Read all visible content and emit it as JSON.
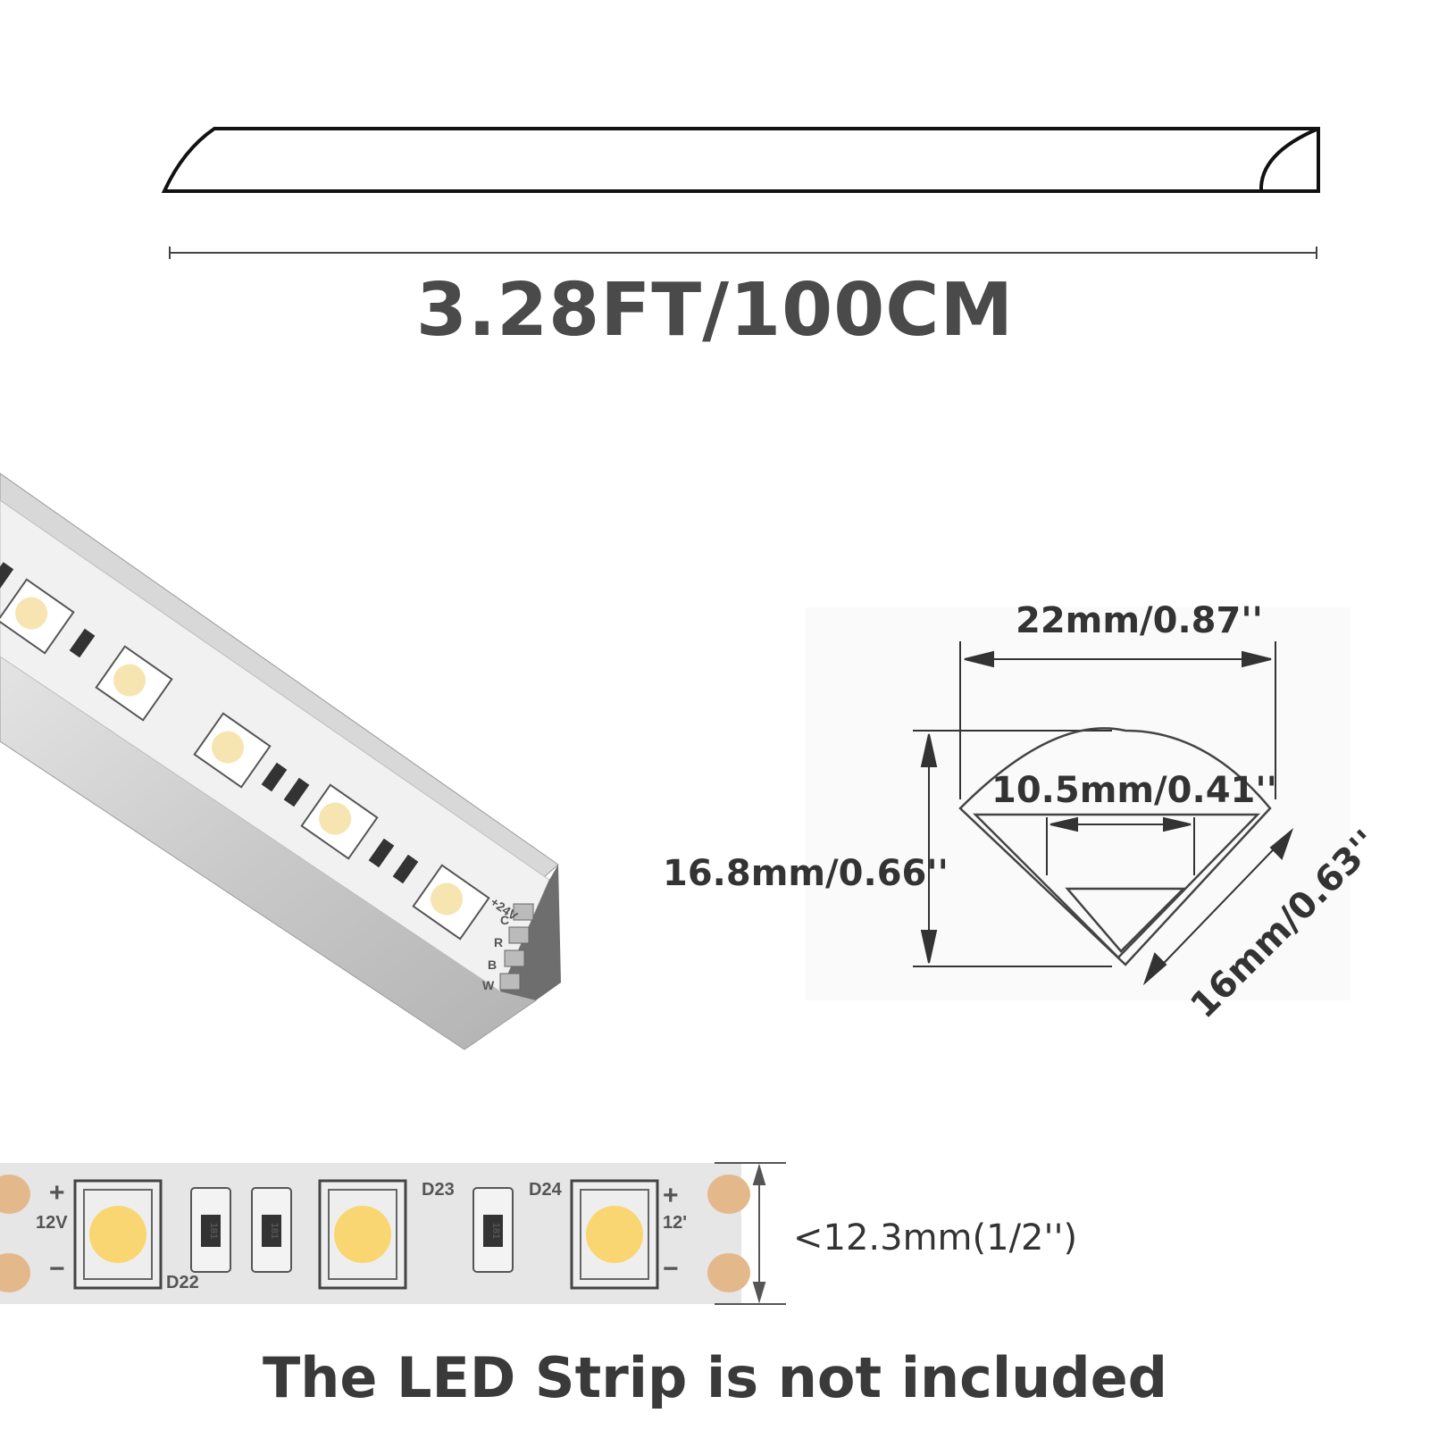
{
  "profile_length": {
    "label": "3.28FT/100CM"
  },
  "cross_section": {
    "width_label": "22mm/0.87''",
    "inner_width_label": "10.5mm/0.41''",
    "height_label": "16.8mm/0.66''",
    "diagonal_label": "16mm/0.63''"
  },
  "perspective_strip": {
    "pad_labels": [
      "+24V",
      "C",
      "R",
      "B",
      "W"
    ]
  },
  "led_strip": {
    "width_label": "<12.3mm(1/2'')",
    "voltage_left": "12V",
    "voltage_right": "12'",
    "plus_sign": "+",
    "minus_sign": "−",
    "designators": [
      "D22",
      "D23",
      "D24"
    ],
    "resistor_code": "181",
    "led_color": "#f9d671",
    "pad_color": "#e3b98c"
  },
  "disclaimer": {
    "text": "The LED Strip is not included"
  }
}
